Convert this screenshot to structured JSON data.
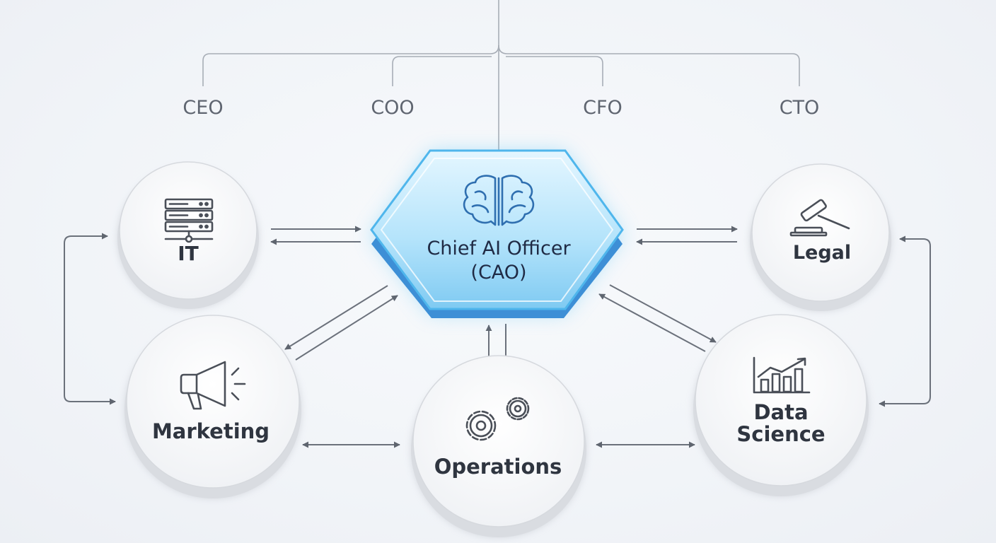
{
  "executives": [
    "CEO",
    "COO",
    "CFO",
    "CTO"
  ],
  "center": {
    "title": "Chief AI Officer",
    "abbreviation": "(CAO)",
    "icon": "brain-icon",
    "accent_color": "#3fb7f2"
  },
  "departments": {
    "it": {
      "label": "IT",
      "icon": "server-icon"
    },
    "legal": {
      "label": "Legal",
      "icon": "gavel-icon"
    },
    "marketing": {
      "label": "Marketing",
      "icon": "megaphone-icon"
    },
    "operations": {
      "label": "Operations",
      "icon": "gears-icon"
    },
    "data_science": {
      "label_line1": "Data",
      "label_line2": "Science",
      "icon": "bar-chart-icon"
    }
  }
}
